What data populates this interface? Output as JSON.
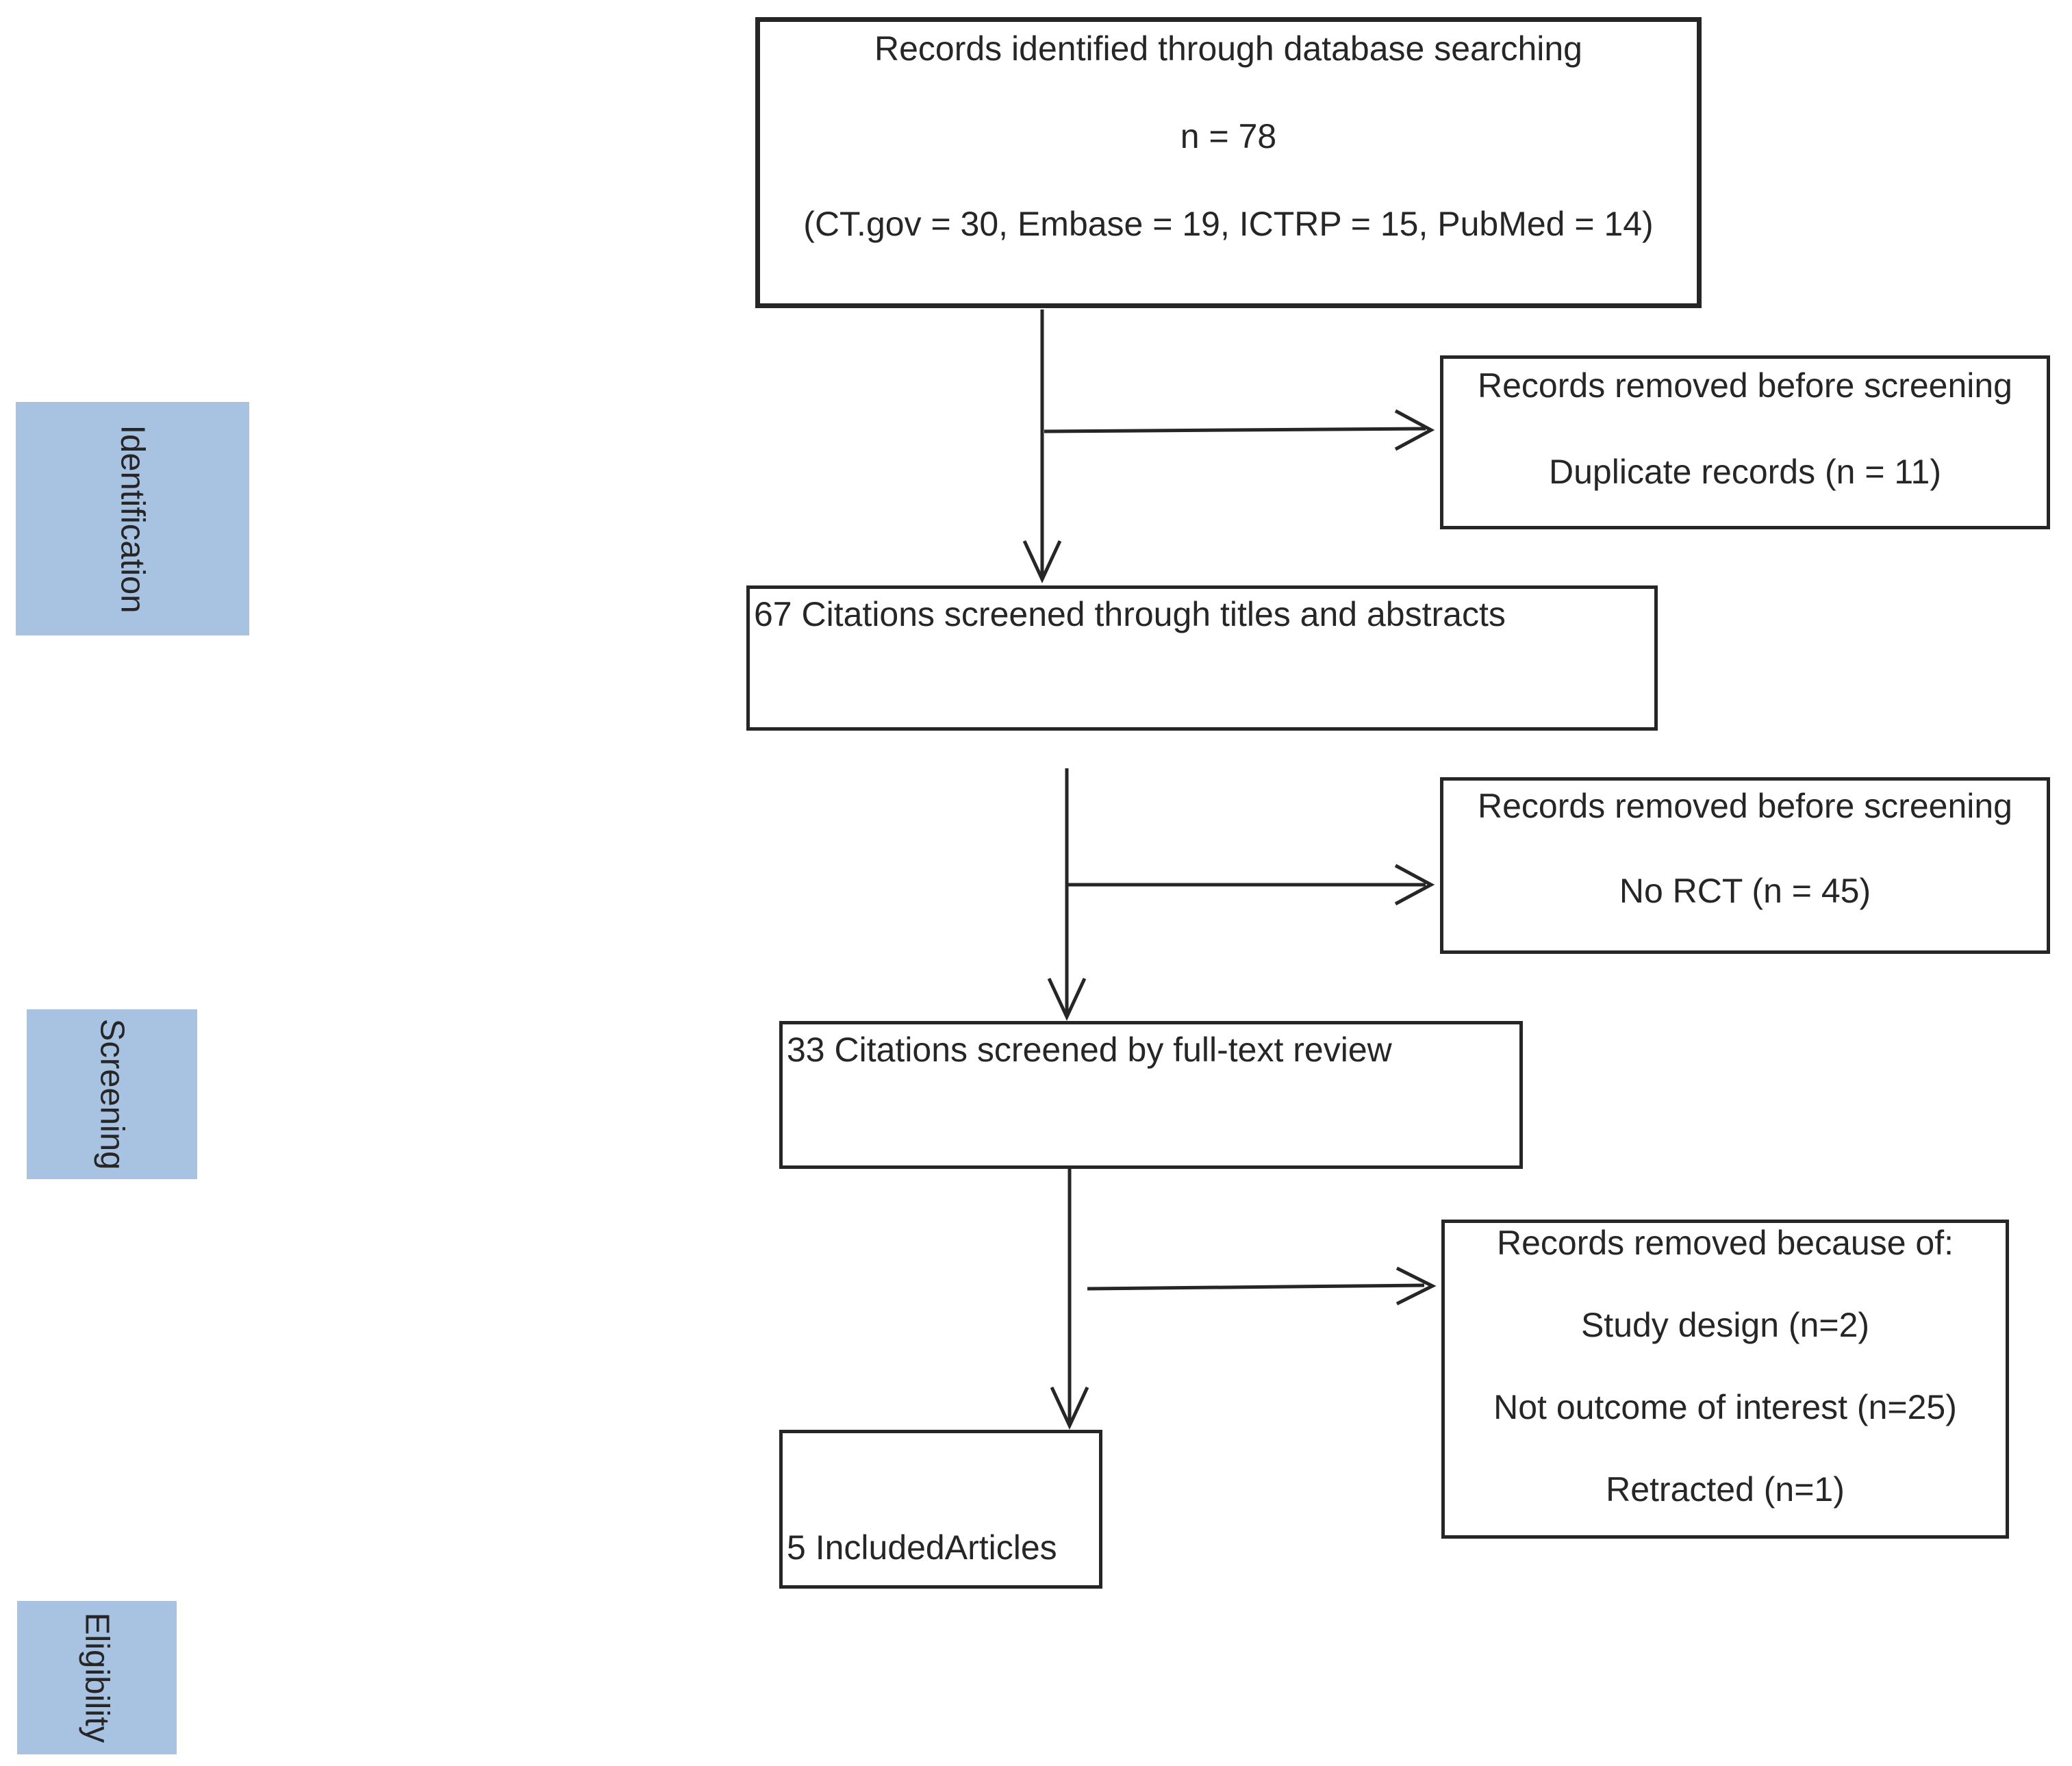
{
  "stages": {
    "identification": "Identification",
    "screening": "Screening",
    "eligibility": "Eligibility"
  },
  "flow": {
    "identified": {
      "title": "Records identified through database searching",
      "count": "n = 78",
      "breakdown": "(CT.gov = 30, Embase = 19, ICTRP = 15, PubMed = 14)"
    },
    "removed_duplicates": {
      "title": "Records removed before screening",
      "reason": "Duplicate records (n = 11)"
    },
    "screened_titles_abstracts": {
      "title": "67 Citations screened through titles and abstracts"
    },
    "removed_no_rct": {
      "title": "Records removed before screening",
      "reason": "No RCT (n = 45)"
    },
    "screened_full_text": {
      "title": "33 Citations screened by full-text review"
    },
    "removed_full_text": {
      "title": "Records removed because of:",
      "reason1": "Study design (n=2)",
      "reason2": "Not outcome of interest (n=25)",
      "reason3": "Retracted (n=1)"
    },
    "included": {
      "title": "5 IncludedArticles"
    }
  },
  "colors": {
    "stage_bg": "#a8c2e2",
    "ink": "#262626"
  }
}
